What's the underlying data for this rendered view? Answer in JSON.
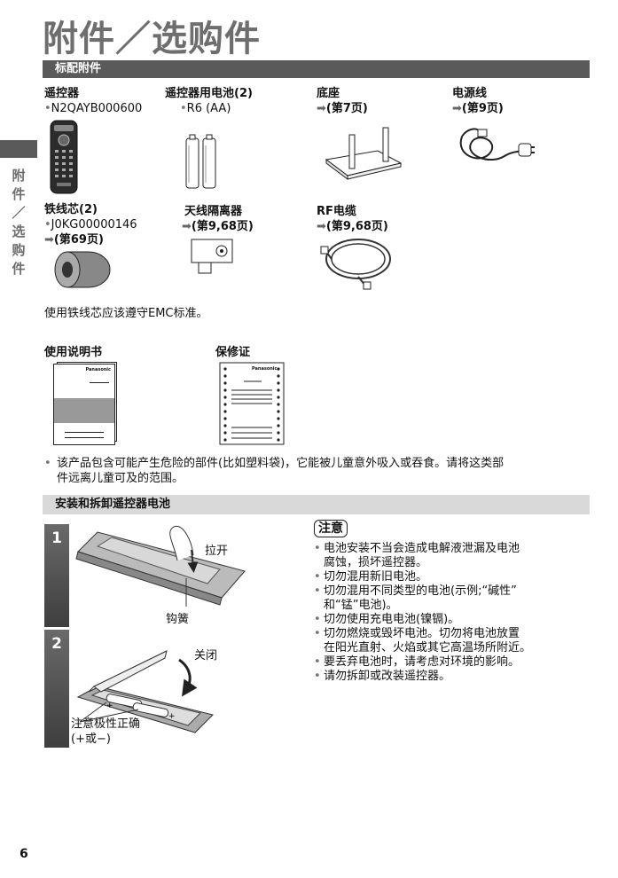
{
  "page_title": "附件／选购件",
  "side_label": "附件／选购件",
  "section_standard": {
    "heading": "标配附件",
    "remote": {
      "name": "遥控器",
      "code": "N2QAYB000600"
    },
    "batteries": {
      "name": "遥控器用电池(2)",
      "code": "R6 (AA)"
    },
    "stand": {
      "name": "底座",
      "ref": "(第7页)"
    },
    "power_cord": {
      "name": "电源线",
      "ref": "(第9页)"
    },
    "ferrite_core": {
      "name": "铁线芯(2)",
      "code": "J0KG00000146",
      "ref": "(第69页)"
    },
    "antenna_isolator": {
      "name": "天线隔离器",
      "ref": "(第9,68页)"
    },
    "rf_cable": {
      "name": "RF电缆",
      "ref": "(第9,68页)"
    },
    "emc_note": "使用铁线芯应该遵守EMC标准。",
    "manual": {
      "name": "使用说明书",
      "brand": "Panasonic"
    },
    "warranty": {
      "name": "保修证",
      "brand": "Panasonic"
    },
    "warning_line1": "该产品包含可能产生危险的部件(比如塑料袋)，它能被儿童意外吸入或吞食。请将这类部",
    "warning_line2": "件远离儿童可及的范围。"
  },
  "section_battery": {
    "heading": "安装和拆卸遥控器电池",
    "step1": {
      "num": "1",
      "pull_label": "拉开",
      "hook_label": "钩簧"
    },
    "step2": {
      "num": "2",
      "close_label": "关闭",
      "polarity_label": "注意极性正确",
      "polarity_sub": "(+或−)"
    },
    "caution": {
      "title": "注意",
      "items": [
        [
          "电池安装不当会造成电解液泄漏及电池",
          "腐蚀，损坏遥控器。"
        ],
        [
          "切勿混用新旧电池。"
        ],
        [
          "切勿混用不同类型的电池(示例;“碱性”",
          "和“锰”电池)。"
        ],
        [
          "切勿使用充电电池(镍镉)。"
        ],
        [
          "切勿燃烧或毁坏电池。切勿将电池放置",
          "在阳光直射、火焰或其它高温场所附近。"
        ],
        [
          "要丢弃电池时，请考虑对环境的影响。"
        ],
        [
          "请勿拆卸或改装遥控器。"
        ]
      ]
    }
  },
  "page_number": "6",
  "bullet": "•",
  "arrow": "➡"
}
